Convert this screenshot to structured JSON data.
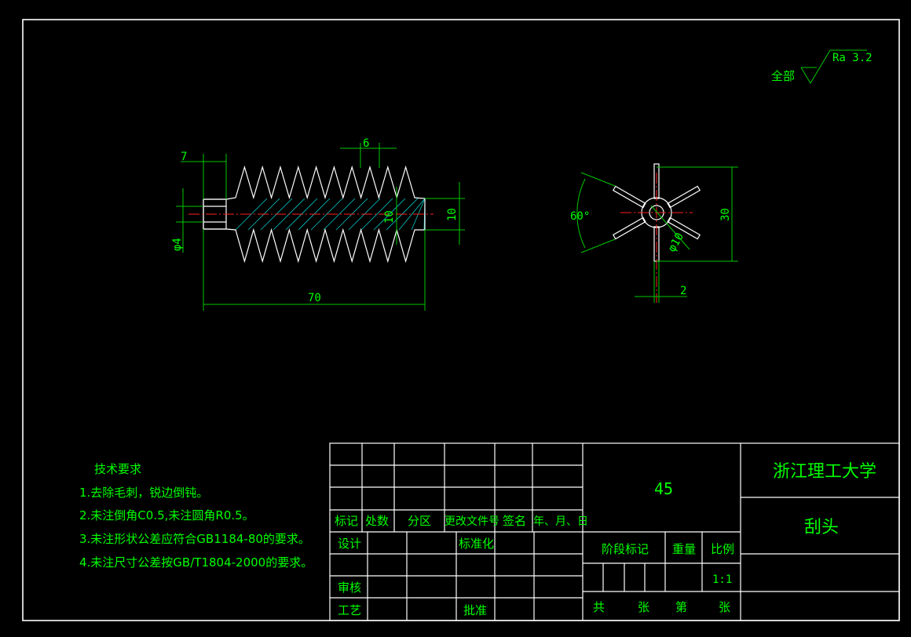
{
  "roughness": {
    "prefix": "全部",
    "value": "Ra 3.2"
  },
  "dimensions": {
    "d7": "7",
    "d6": "6",
    "d10a": "10",
    "d10b": "10",
    "phi4": "φ4",
    "d70": "70",
    "angle": "60°",
    "d30": "30",
    "phi10": "φ10",
    "d2": "2"
  },
  "notes": {
    "title": "技术要求",
    "items": [
      "1.去除毛刺，锐边倒钝。",
      "2.未注倒角C0.5,未注圆角R0.5。",
      "3.未注形状公差应符合GB1184-80的要求。",
      "4.未注尺寸公差按GB/T1804-2000的要求。"
    ]
  },
  "title_block": {
    "material": "45",
    "school": "浙江理工大学",
    "part_name": "刮头",
    "revision_headers": [
      "标记",
      "处数",
      "分区",
      "更改文件号",
      "签名",
      "年、月、日"
    ],
    "design": "设计",
    "standardization": "标准化",
    "review": "审核",
    "process": "工艺",
    "approve": "批准",
    "stage_mark": "阶段标记",
    "weight": "重量",
    "scale_label": "比例",
    "scale": "1:1",
    "total": "共",
    "sheets1": "张",
    "sheet_no": "第",
    "sheets2": "张"
  },
  "colors": {
    "background": "#000000",
    "outline": "#ffffff",
    "dimension": "#00ff00",
    "centerline": "#ff2020",
    "hatch": "#00c8c8"
  }
}
